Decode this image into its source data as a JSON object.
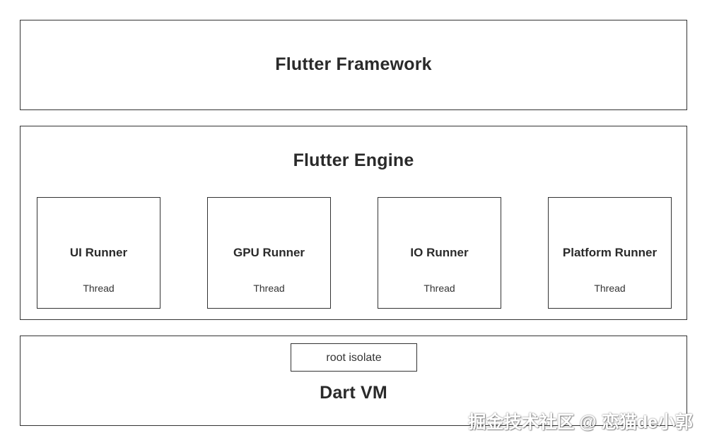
{
  "framework": {
    "title": "Flutter Framework"
  },
  "engine": {
    "title": "Flutter Engine",
    "runners": [
      {
        "title": "UI Runner",
        "subtitle": "Thread"
      },
      {
        "title": "GPU Runner",
        "subtitle": "Thread"
      },
      {
        "title": "IO Runner",
        "subtitle": "Thread"
      },
      {
        "title": "Platform Runner",
        "subtitle": "Thread"
      }
    ]
  },
  "vm": {
    "title": "Dart VM",
    "isolate": "root isolate"
  },
  "watermark": "掘金技术社区 @ 恋猫de小郭",
  "colors": {
    "border": "#333333",
    "text": "#222222",
    "background": "#ffffff"
  }
}
